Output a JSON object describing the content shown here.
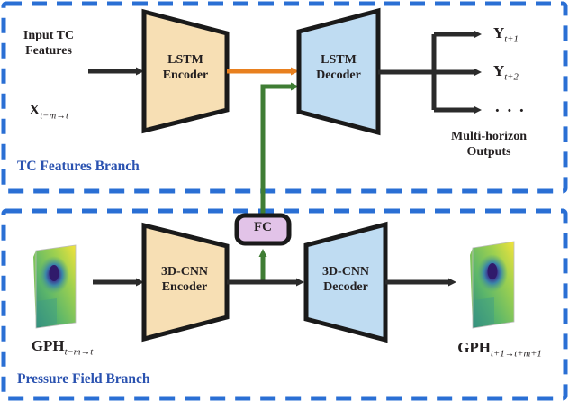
{
  "figure": {
    "type": "architecture-diagram",
    "title": "Dual-branch TC forecasting architecture"
  },
  "branches": [
    {
      "id": "tc-features-branch",
      "label": "TC Features Branch",
      "label_color": "#2a52b0",
      "border_color": "#2a6fd4",
      "border_style": "dashed"
    },
    {
      "id": "pressure-field-branch",
      "label": "Pressure Field Branch",
      "label_color": "#2a52b0",
      "border_color": "#2a6fd4",
      "border_style": "dashed"
    }
  ],
  "nodes": {
    "lstm_encoder": {
      "line1": "LSTM",
      "line2": "Encoder",
      "fill": "#f7dfb4",
      "stroke": "#1a1a1a"
    },
    "lstm_decoder": {
      "line1": "LSTM",
      "line2": "Decoder",
      "fill": "#bfdcf2",
      "stroke": "#1a1a1a"
    },
    "cnn_encoder": {
      "line1": "3D-CNN",
      "line2": "Encoder",
      "fill": "#f7dfb4",
      "stroke": "#1a1a1a"
    },
    "cnn_decoder": {
      "line1": "3D-CNN",
      "line2": "Decoder",
      "fill": "#bfdcf2",
      "stroke": "#1a1a1a"
    },
    "fc": {
      "label": "FC",
      "fill": "#e2c3e8",
      "stroke": "#1a1a1a"
    }
  },
  "labels": {
    "input_tc_line1": "Input TC",
    "input_tc_line2": "Features",
    "input_symbol_base": "X",
    "input_symbol_sub": "t−m→t",
    "output_1_base": "Y",
    "output_1_sub": "t+1",
    "output_2_base": "Y",
    "output_2_sub": "t+2",
    "output_ellipsis": ". . .",
    "multi_horizon_line1": "Multi-horizon",
    "multi_horizon_line2": "Outputs",
    "gph_input_base": "GPH",
    "gph_input_sub": "t−m→t",
    "gph_output_base": "GPH",
    "gph_output_sub": "t+1→t+m+1"
  },
  "connections": {
    "black_arrow_color": "#2b2b2b",
    "orange_arrow_color": "#e8801f",
    "green_arrow_color": "#3f7d34",
    "orange_semantics": "lstm-encoder-to-lstm-decoder",
    "green_semantics": "fc-to-lstm-decoder"
  },
  "thumbnails": {
    "colormap": "viridis",
    "input_name": "gph-input-field",
    "output_name": "gph-output-field"
  }
}
